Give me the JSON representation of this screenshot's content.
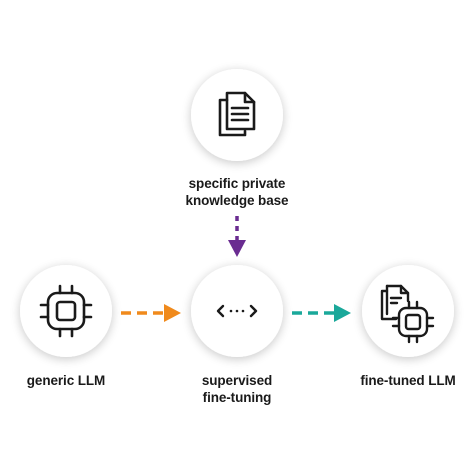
{
  "nodes": {
    "knowledge_base": {
      "label_line1": "specific private",
      "label_line2": "knowledge base",
      "icon": "documents-icon"
    },
    "generic_llm": {
      "label": "generic LLM",
      "icon": "chip-icon"
    },
    "supervised_fine_tuning": {
      "label_line1": "supervised",
      "label_line2": "fine-tuning",
      "icon": "code-dots-icon"
    },
    "fine_tuned_llm": {
      "label": "fine-tuned LLM",
      "icon": "documents-chip-icon"
    }
  },
  "colors": {
    "orange_arrow": "#f08a1c",
    "purple_arrow": "#6a2c91",
    "teal_arrow": "#1aa89a",
    "circle_fill": "#ffffff",
    "icon_stroke": "#1a1a1a",
    "text": "#1a1a1a"
  }
}
